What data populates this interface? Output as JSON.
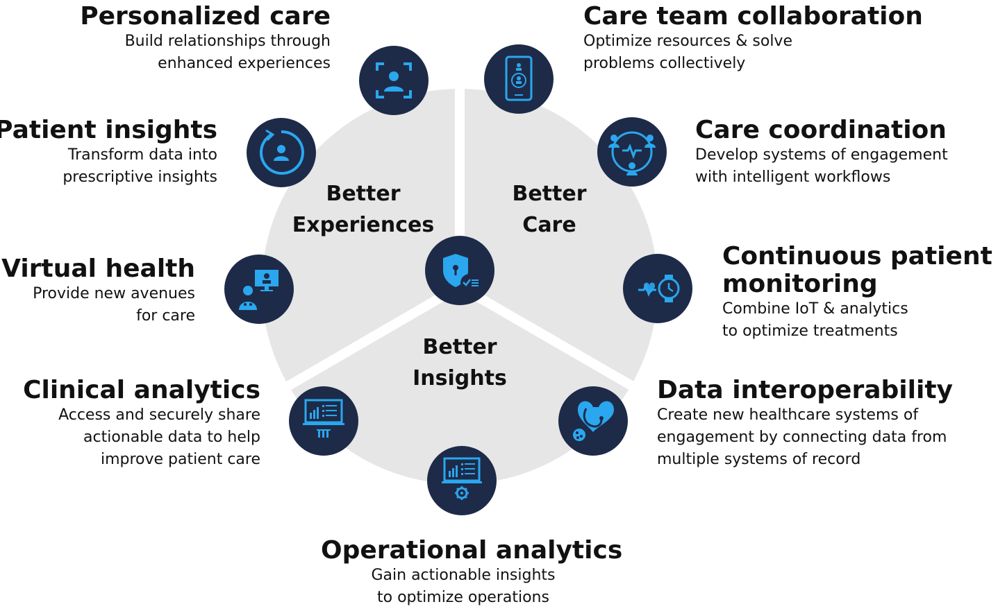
{
  "segments": {
    "experiences": {
      "line1": "Better",
      "line2": "Experiences"
    },
    "care": {
      "line1": "Better",
      "line2": "Care"
    },
    "insights": {
      "line1": "Better",
      "line2": "Insights"
    }
  },
  "items": {
    "personalized_care": {
      "title": "Personalized care",
      "line1": "Build relationships through",
      "line2": "enhanced experiences",
      "icon": "face-scan-icon"
    },
    "patient_insights": {
      "title": "Patient insights",
      "line1": "Transform data into",
      "line2": "prescriptive insights",
      "icon": "person-refresh-icon"
    },
    "virtual_health": {
      "title": "Virtual health",
      "line1": "Provide new avenues",
      "line2": "for care",
      "icon": "doctor-monitor-icon"
    },
    "clinical_analytics": {
      "title": "Clinical analytics",
      "line1": "Access and securely share",
      "line2": "actionable data to help",
      "line3": "improve patient care",
      "icon": "lab-dashboard-icon"
    },
    "operational_analytics": {
      "title": "Operational analytics",
      "line1": "Gain actionable insights",
      "line2": "to optimize operations",
      "icon": "gear-dashboard-icon"
    },
    "care_team_collaboration": {
      "title": "Care team collaboration",
      "line1": "Optimize resources & solve",
      "line2": "problems collectively",
      "icon": "phone-team-icon"
    },
    "care_coordination": {
      "title": "Care coordination",
      "line1": "Develop systems of engagement",
      "line2": "with intelligent workflows",
      "icon": "care-network-icon"
    },
    "continuous_monitoring": {
      "title_line1": "Continuous patient",
      "title_line2": "monitoring",
      "line1": "Combine IoT & analytics",
      "line2": "to optimize treatments",
      "icon": "heartbeat-watch-icon"
    },
    "data_interoperability": {
      "title": "Data interoperability",
      "line1": "Create new healthcare systems of",
      "line2": "engagement by connecting data from",
      "line3": "multiple systems of record",
      "icon": "heart-stethoscope-icon"
    }
  },
  "center": {
    "icon": "security-shield-icon"
  },
  "colors": {
    "wheel": "#e6e6e6",
    "icon_bg": "#1d2b48",
    "accent": "#2aa7ef",
    "text": "#111111"
  }
}
